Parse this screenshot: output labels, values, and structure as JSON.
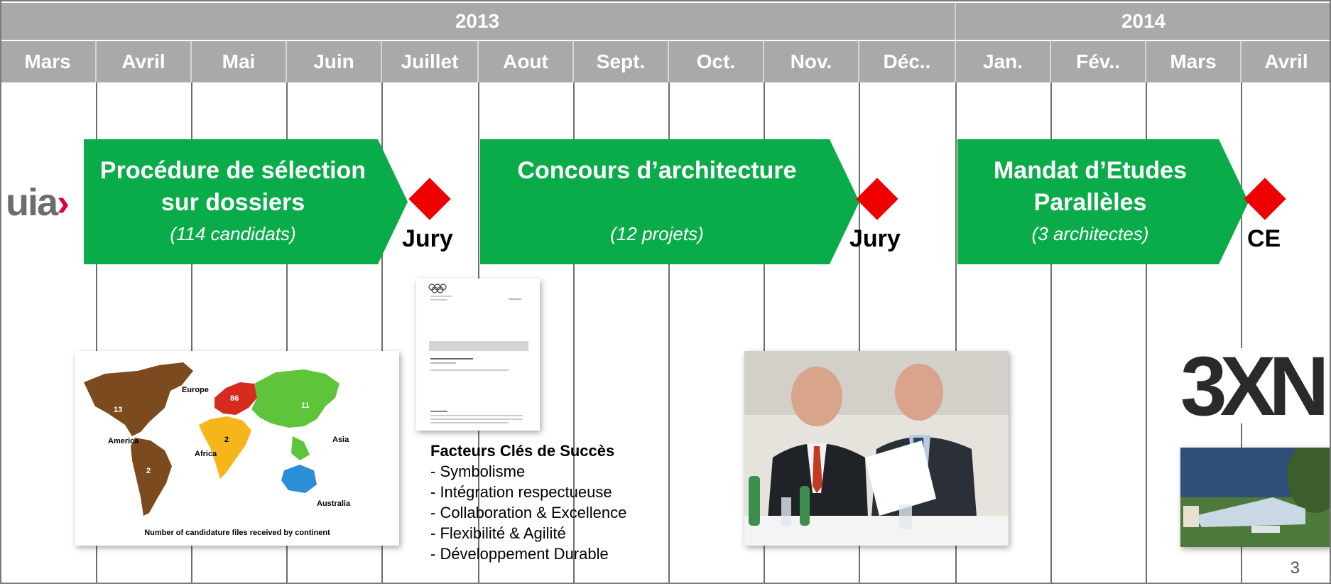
{
  "timeline": {
    "years": [
      "2013",
      "2014"
    ],
    "months": [
      "Mars",
      "Avril",
      "Mai",
      "Juin",
      "Juillet",
      "Aout",
      "Sept.",
      "Oct.",
      "Nov.",
      "Déc..",
      "Jan.",
      "Fév..",
      "Mars",
      "Avril"
    ]
  },
  "phases": [
    {
      "title_line1": "Procédure de sélection",
      "title_line2": "sur dossiers",
      "subtitle": "(114 candidats)",
      "milestone": "Jury"
    },
    {
      "title_line1": "Concours d’architecture",
      "subtitle": "(12 projets)",
      "milestone": "Jury"
    },
    {
      "title_line1": "Mandat d’Etudes",
      "title_line2": "Parallèles",
      "subtitle": "(3 architectes)",
      "milestone": "CE"
    }
  ],
  "uia_logo": {
    "text": "uia",
    "chevron": "›"
  },
  "map": {
    "caption": "Number of candidature files received by continent",
    "regions": [
      {
        "name": "America",
        "north_count": "13",
        "south_count": "2",
        "color": "#7b4a1e"
      },
      {
        "name": "Europe",
        "count": "86",
        "color": "#d62b1f"
      },
      {
        "name": "Asia",
        "count": "11",
        "color": "#5ec43a"
      },
      {
        "name": "Africa",
        "count": "2",
        "color": "#f5b51b"
      },
      {
        "name": "Australia",
        "color": "#2b8ed6"
      }
    ]
  },
  "key_factors": {
    "heading": "Facteurs Clés de Succès",
    "items": [
      "- Symbolisme",
      "- Intégration respectueuse",
      "- Collaboration & Excellence",
      "- Flexibilité & Agilité",
      "- Développement Durable"
    ]
  },
  "logo_3xn": "3XN",
  "page_number": "3",
  "colors": {
    "header": "#a9a9a9",
    "arrow": "#0aac4a",
    "diamond": "#ee0000"
  }
}
